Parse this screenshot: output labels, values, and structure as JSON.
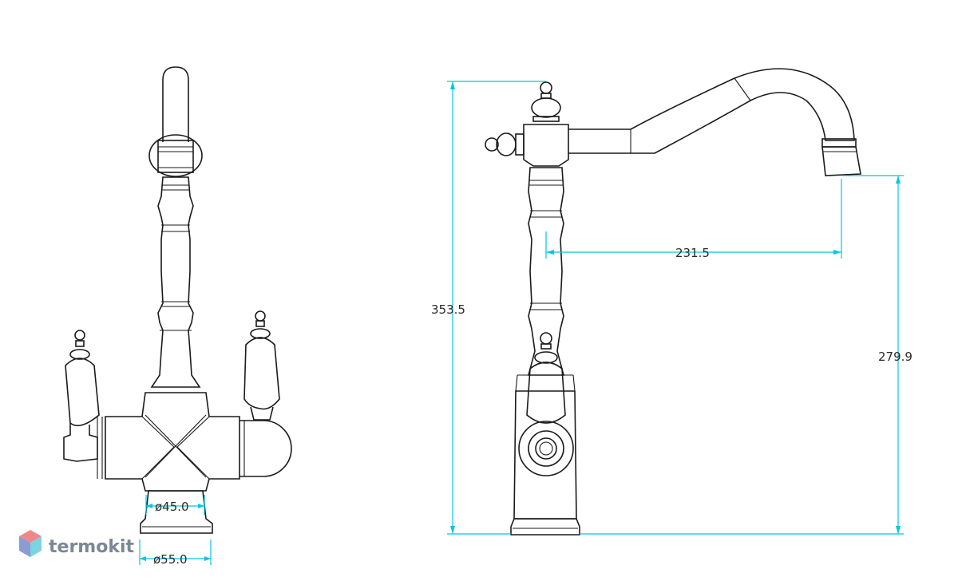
{
  "brand": {
    "name": "termokit",
    "logo_colors": [
      "#f0878a",
      "#8a9bd6",
      "#7dd3e0"
    ]
  },
  "dimension_color": "#00c8e0",
  "line_color": "#1a1a1a",
  "front_view": {
    "dims": {
      "inner_diameter": "ø45.0",
      "outer_diameter": "ø55.0"
    }
  },
  "side_view": {
    "dims": {
      "total_height": "353.5",
      "spout_reach": "231.5",
      "spout_height": "279.9"
    }
  }
}
